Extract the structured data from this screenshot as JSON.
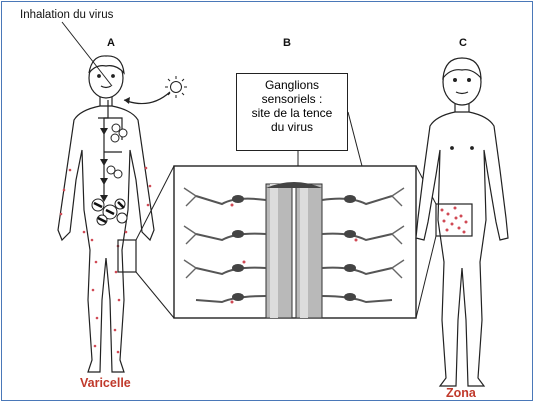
{
  "annotation": {
    "inhalation": "Inhalation du virus"
  },
  "panels": {
    "a": "A",
    "b": "B",
    "c": "C"
  },
  "callout": {
    "line1": "Ganglions",
    "line2": "sensoriels :",
    "line3": "site de la tence",
    "line4": "du virus"
  },
  "diseases": {
    "left": "Varicelle",
    "right": "Zona"
  },
  "colors": {
    "frame": "#4a78b8",
    "disease_text": "#c0392b",
    "spots": "#d04a55"
  },
  "icons": [
    "sun-icon",
    "virus-particle-icon",
    "spinal-cord-icon"
  ]
}
